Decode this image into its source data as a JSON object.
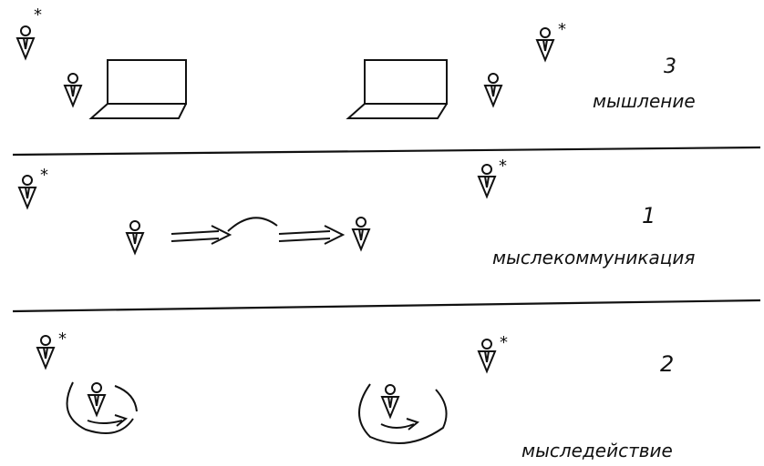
{
  "colors": {
    "ink": "#111111",
    "paper": "#ffffff"
  },
  "layers": [
    {
      "number": "3",
      "name": "мышление",
      "figures": [
        "person-icon",
        "person-star-icon",
        "computer-icon"
      ]
    },
    {
      "number": "1",
      "name": "мыслекоммуникация",
      "figures": [
        "person-icon",
        "person-star-icon",
        "double-arrow-icon",
        "arc-icon"
      ]
    },
    {
      "number": "2",
      "name": "мыследействие",
      "figures": [
        "person-icon",
        "person-star-icon",
        "circular-arrow-icon"
      ]
    }
  ],
  "star_mark": "*"
}
